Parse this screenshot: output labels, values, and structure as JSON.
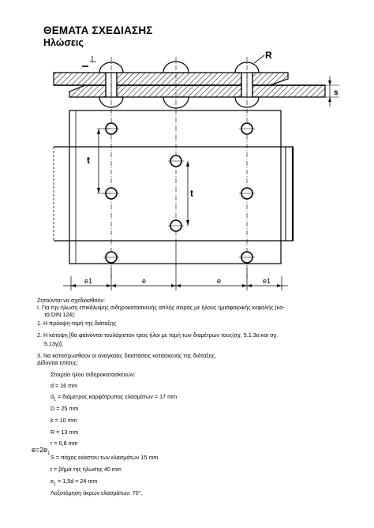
{
  "header": {
    "title": "ΘΕΜΑΤΑ ΣΧΕΔΙΑΣΗΣ",
    "subtitle": "Ηλώσεις"
  },
  "figure_labels": {
    "R": "R",
    "s": "s",
    "t": "t",
    "e": "e",
    "e1": "e1"
  },
  "task": {
    "intro": "Ζητούνται να σχεδιασθούν:",
    "item1_line1": "Ι.  Για την ήλωση επικάλυψης σιδηροκατασκευής απλής σειράς με ήλους ημισφαιρικής κεφαλής (κα-",
    "item1_line2": "τά DIN 124):",
    "item2": "1.  Η πρόοψη-τομή της διάταξης",
    "item3_line1": "2.  Η κάτοψη [θα φαίνονται τουλάχιστον τρεις ήλοι με τομή των διαμέτρων τους(σχ. 5.1.3α και σχ.",
    "item3_line2": "5.13γ)].",
    "item4": "3.  Να κατασχωσθούν οι αναγκαίες διαστάσεις κατασκευής της διάταξης.",
    "given": "Δίδονται επίσης:",
    "rivet_heading": "Στοιχεία ήλου σιδηροκατασκευών:",
    "d": "d = 16 mm",
    "d1_prefix": "d",
    "d1_sub": "1",
    "d1_rest": " = διάμετρος καρφότρυπας ελασμάτων = 17 mm",
    "D": "D = 25 mm",
    "k": "k = 10 mm",
    "Rv": "R = 13 mm",
    "r": "r = 0,8 mm",
    "e_eq_prefix": "e=2e",
    "e_eq_sub": "1",
    "S": "S = πάχος εκάστου των ελασμάτων 15 mm",
    "t": "t = βήμα της ήλωσης 40 mm",
    "e1_prefix": "e",
    "e1_sub": "1",
    "e1_rest": " = 1,5d = 24 mm",
    "bevel": "Λοξοτόμηση άκρων ελασμάτων: 70°."
  }
}
